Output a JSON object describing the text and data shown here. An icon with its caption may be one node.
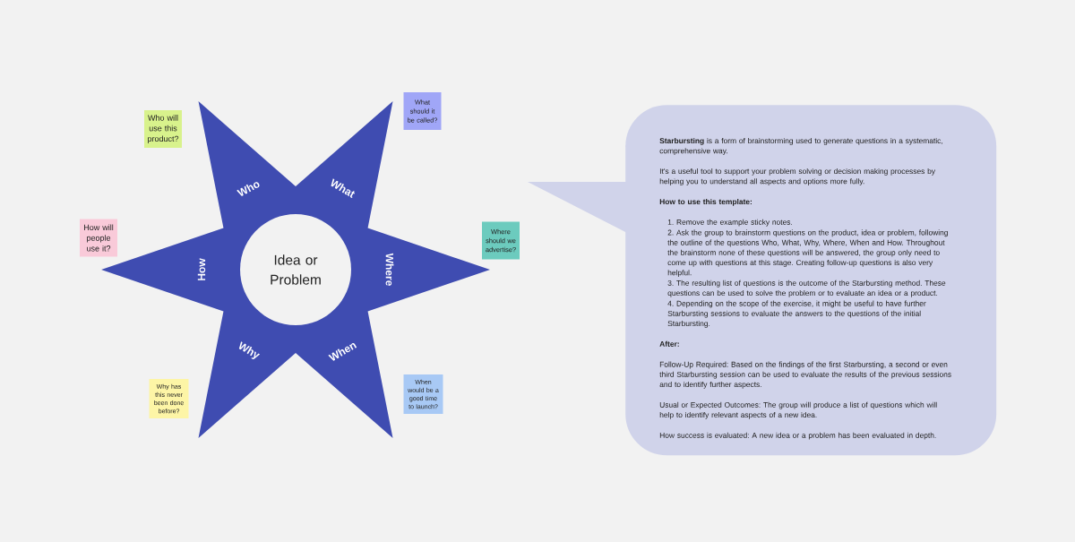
{
  "diagram": {
    "nodes": [
      {
        "text": [
          "Who",
          "What",
          "Where",
          "When",
          "Why",
          "How"
        ]
      },
      {
        "text": [
          "Idea or Problem"
        ],
        "in": 0
      },
      {
        "text": [
          "Who will use this product?"
        ]
      },
      {
        "text": [
          "What should it be called?"
        ]
      },
      {
        "text": [
          "How will people use it?"
        ]
      },
      {
        "text": [
          "Where should we advertise?"
        ]
      },
      {
        "text": [
          "Why has this never been done before?"
        ]
      },
      {
        "text": [
          "When would be a good time to launch?"
        ]
      },
      {
        "text": [
          "**Starbursting** is a form of brainstorming used to generate questions in a systematic, comprehensive way.",
          "It's a useful tool to support your problem solving or decision making processes by helping you to understand all aspects and options more fully.",
          "How to use this template:",
          "1. Remove the example sticky notes.",
          "2. Ask the group to brainstorm questions on the product, idea or problem, following the outline of the questions Who, What, Why, Where, When and How. Throughout the brainstorm none of these questions will be answered, the group only need to come up with questions at this stage. Creating follow-up questions is also very helpful.",
          "3. The resulting list of questions is the outcome of the Starbursting method. These questions can be used to solve the problem or to evaluate an idea or a product.",
          "4. Depending on the scope of the exercise, it might be useful to have further Starbursting sessions to evaluate the answers to the questions of the initial Starbursting.",
          "After:",
          "Follow-Up Required: Based on the findings of the first Starbursting, a second or even third Starbursting session can be used to evaluate the results of the previous sessions and to identify further aspects.",
          "Usual or Expected Outcomes: The group will produce a list of questions which will help to identify relevant aspects of a new idea.",
          "How success is evaluated: A new idea or a problem has been evaluated in depth."
        ]
      }
    ]
  }
}
